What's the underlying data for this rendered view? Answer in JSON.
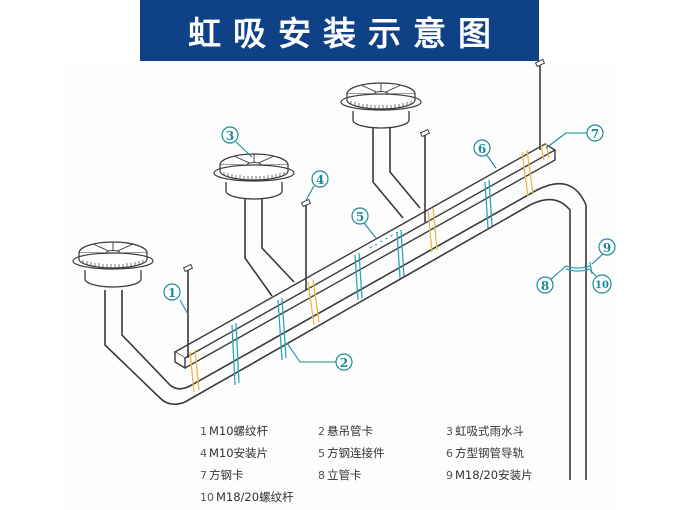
{
  "title": "虹吸安装示意图",
  "colors": {
    "banner": "#0f4187",
    "line": "#3a3a3a",
    "callout": "#1a8a96",
    "clamp_blue": "#2fa3b5",
    "clamp_orange": "#f0b54a"
  },
  "callouts": [
    {
      "num": "1",
      "label": "①"
    },
    {
      "num": "2",
      "label": "②"
    },
    {
      "num": "3",
      "label": "③"
    },
    {
      "num": "4",
      "label": "④"
    },
    {
      "num": "5",
      "label": "⑤"
    },
    {
      "num": "6",
      "label": "⑥"
    },
    {
      "num": "7",
      "label": "⑦"
    },
    {
      "num": "8",
      "label": "⑧"
    },
    {
      "num": "9",
      "label": "⑨"
    },
    {
      "num": "10",
      "label": "⑩"
    }
  ],
  "legend": [
    {
      "num": "1",
      "text": "M10螺纹杆"
    },
    {
      "num": "2",
      "text": "悬吊管卡"
    },
    {
      "num": "3",
      "text": "虹吸式雨水斗"
    },
    {
      "num": "4",
      "text": "M10安装片"
    },
    {
      "num": "5",
      "text": "方钢连接件"
    },
    {
      "num": "6",
      "text": "方型钢管导轨"
    },
    {
      "num": "7",
      "text": "方钢卡"
    },
    {
      "num": "8",
      "text": "立管卡"
    },
    {
      "num": "9",
      "text": "M18/20安装片"
    },
    {
      "num": "10",
      "text": "M18/20螺纹杆"
    }
  ]
}
